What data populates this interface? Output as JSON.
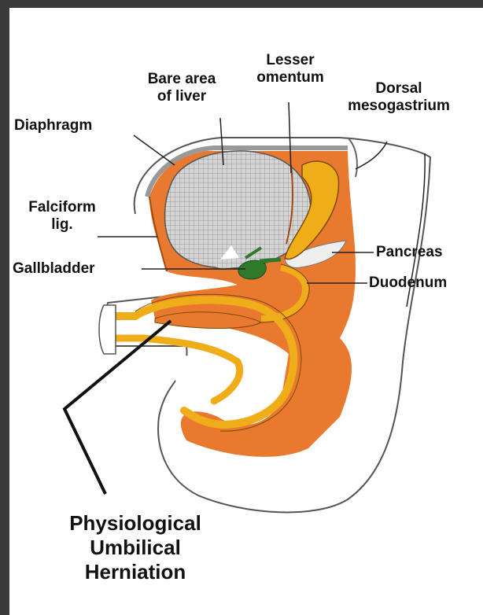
{
  "colors": {
    "background": "#3a3a3a",
    "canvas": "#ffffff",
    "mesentery": "#e8792f",
    "gut": "#f0ad1a",
    "liver": "#c8c8c8",
    "gallbladder": "#2e7a2a",
    "line": "#222222"
  },
  "labels": {
    "bare_area_line1": "Bare area",
    "bare_area_line2": "of liver",
    "lesser_omentum_line1": "Lesser",
    "lesser_omentum_line2": "omentum",
    "dorsal_mesogastrium_line1": "Dorsal",
    "dorsal_mesogastrium_line2": "mesogastrium",
    "diaphragm": "Diaphragm",
    "falciform_line1": "Falciform",
    "falciform_line2": "lig.",
    "gallbladder": "Gallbladder",
    "pancreas": "Pancreas",
    "duodenum": "Duodenum",
    "herniation_line1": "Physiological",
    "herniation_line2": "Umbilical",
    "herniation_line3": "Herniation"
  }
}
